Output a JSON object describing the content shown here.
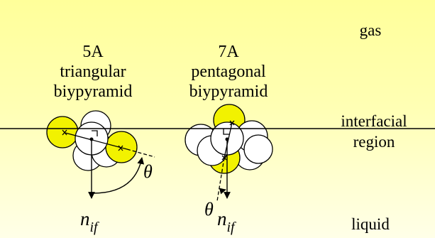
{
  "regions": {
    "gas": "gas",
    "interfacial_line1": "interfacial",
    "interfacial_line2": "region",
    "liquid": "liquid"
  },
  "cluster_left": {
    "name": "5A",
    "shape_line1": "triangular",
    "shape_line2": "biypyramid",
    "angle_symbol": "θ"
  },
  "cluster_right": {
    "name": "7A",
    "shape_line1": "pentagonal",
    "shape_line2": "biypyramid",
    "angle_symbol": "θ"
  },
  "normal_label": {
    "symbol": "n",
    "subscript": "if"
  },
  "colors": {
    "gas_top": "#ffff9a",
    "liquid_bottom": "#ffffe4",
    "atom_yellow": "#f2f200",
    "atom_white": "#ffffff",
    "outline": "#000000"
  }
}
